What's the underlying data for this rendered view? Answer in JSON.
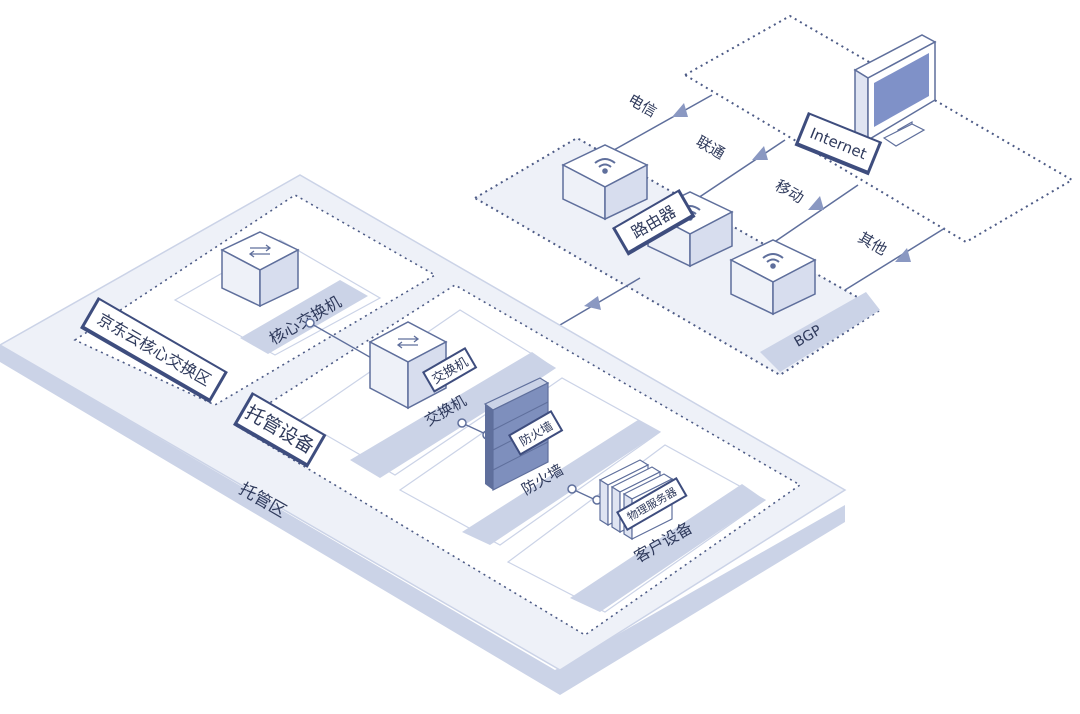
{
  "colors": {
    "platform": "#cbd3e7",
    "platform_light": "#eef1f8",
    "panel_fill": "#ffffff",
    "stroke": "#5f6f9c",
    "dots": "#4d5b86",
    "accent_dark": "#3e4d7e",
    "accent_mid": "#7e8fbd",
    "screen": "#7f91c8",
    "label_text": "#2f3a5c",
    "tag_fill": "#ffffff"
  },
  "icons": {
    "router": "wifi-router-icon",
    "switch": "switch-icon",
    "firewall": "firewall-icon",
    "server": "server-rack-icon",
    "monitor": "monitor-icon"
  },
  "labels": {
    "isp_telecom": "电信",
    "isp_unicom": "联通",
    "isp_mobile": "移动",
    "isp_other": "其他",
    "internet": "Internet",
    "router": "路由器",
    "bgp": "BGP",
    "core_zone": "京东云核心交换区",
    "core_switch_strip": "核心交换机",
    "hosting_devices": "托管设备",
    "switch_tag": "交换机",
    "switch_strip": "交换机",
    "firewall_tag": "防火墙",
    "firewall_strip": "防火墙",
    "server_tag": "物理服务器",
    "customer_strip": "客户设备",
    "hosting_zone": "托管区"
  }
}
